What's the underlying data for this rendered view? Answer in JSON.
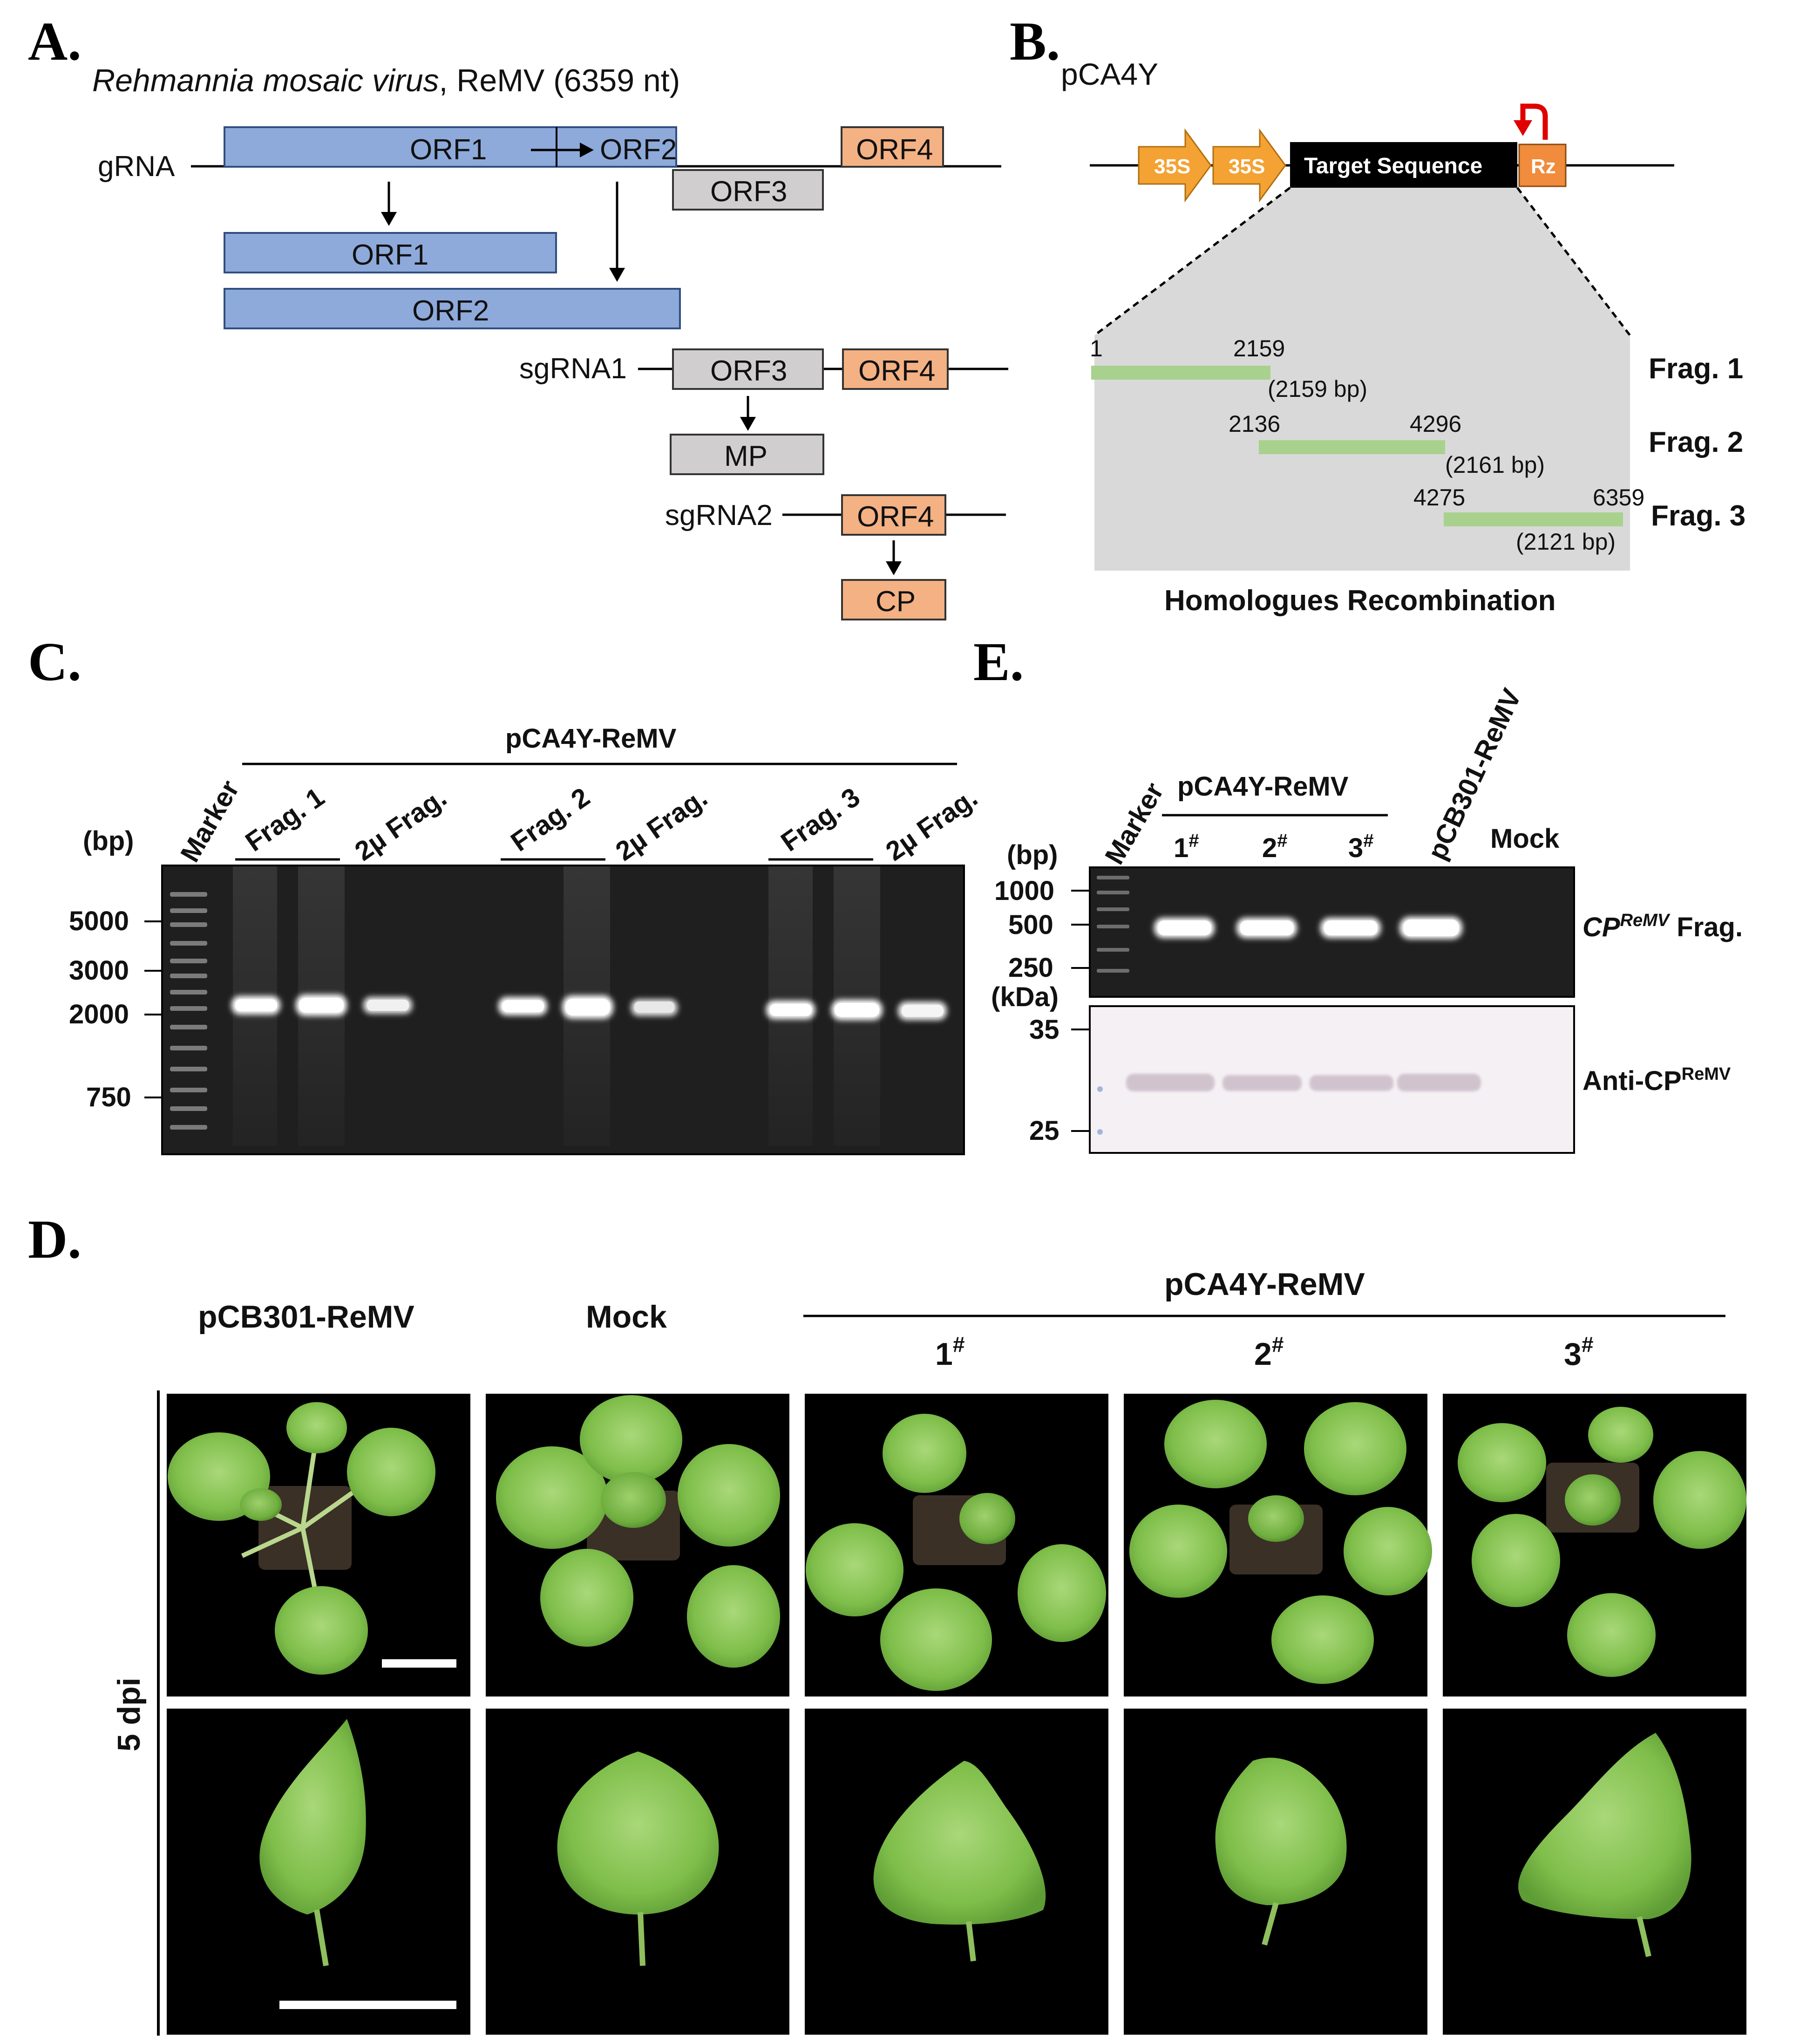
{
  "panel_letters": {
    "a": "A.",
    "b": "B.",
    "c": "C.",
    "d": "D.",
    "e": "E."
  },
  "panel_a": {
    "title_italic": "Rehmannia mosaic virus",
    "title_rest": ", ReMV (6359 nt)",
    "grna": "gRNA",
    "sgrna1": "sgRNA1",
    "sgrna2": "sgRNA2",
    "orf1": "ORF1",
    "orf2": "ORF2",
    "orf3": "ORF3",
    "orf4": "ORF4",
    "mp": "MP",
    "cp": "CP",
    "colors": {
      "orf12": "#8eaadb",
      "orf3": "#d0cece",
      "orf4": "#f4b183"
    }
  },
  "panel_b": {
    "vector": "pCA4Y",
    "promoter": "35S",
    "target": "Target Sequence",
    "rz": "Rz",
    "frags": [
      {
        "name": "Frag. 1",
        "start": "1",
        "end": "2159",
        "len": "(2159 bp)"
      },
      {
        "name": "Frag. 2",
        "start": "2136",
        "end": "4296",
        "len": "(2161 bp)"
      },
      {
        "name": "Frag. 3",
        "start": "4275",
        "end": "6359",
        "len": "(2121 bp)"
      }
    ],
    "caption": "Homologues Recombination",
    "colors": {
      "promoter": "#f4a233",
      "rz": "#f08c3c",
      "fragment": "#a9d18e",
      "zoom": "#d9d9d9"
    }
  },
  "panel_c": {
    "header": "pCA4Y-ReMV",
    "bp": "(bp)",
    "lanes": [
      "Marker",
      "Frag. 1",
      "2µ Frag.",
      "Frag. 2",
      "2µ Frag.",
      "Frag. 3",
      "2µ Frag."
    ],
    "markers": [
      "5000",
      "3000",
      "2000",
      "750"
    ]
  },
  "panel_e": {
    "header": "pCA4Y-ReMV",
    "bp": "(bp)",
    "kda": "(kDa)",
    "marker": "Marker",
    "lanes": [
      "1#",
      "2#",
      "3#"
    ],
    "lane_nums": [
      "1",
      "2",
      "3"
    ],
    "sup": "#",
    "pcb": "pCB301-ReMV",
    "mock": "Mock",
    "bp_markers": [
      "1000",
      "500",
      "250"
    ],
    "kda_markers": [
      "35",
      "25"
    ],
    "cp_label": "CP",
    "cp_sup": "ReMV",
    "cp_rest": " Frag.",
    "anti_label": "Anti-CP",
    "anti_sup": "ReMV"
  },
  "panel_d": {
    "columns": [
      "pCB301-ReMV",
      "Mock",
      "1",
      "2",
      "3"
    ],
    "sup": "#",
    "header": "pCA4Y-ReMV",
    "side": "5 dpi"
  }
}
